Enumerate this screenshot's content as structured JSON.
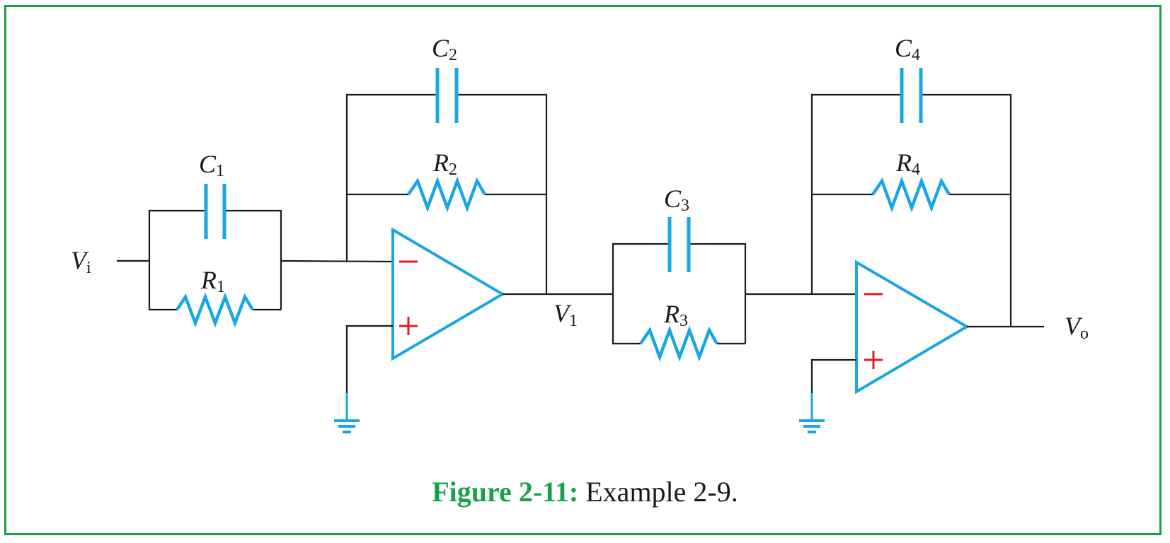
{
  "labels": {
    "vi": {
      "main": "V",
      "sub": "i"
    },
    "v1": {
      "main": "V",
      "sub": "1"
    },
    "vo": {
      "main": "V",
      "sub": "o"
    },
    "c1": {
      "main": "C",
      "sub": "1"
    },
    "r1": {
      "main": "R",
      "sub": "1"
    },
    "c2": {
      "main": "C",
      "sub": "2"
    },
    "r2": {
      "main": "R",
      "sub": "2"
    },
    "c3": {
      "main": "C",
      "sub": "3"
    },
    "r3": {
      "main": "R",
      "sub": "3"
    },
    "c4": {
      "main": "C",
      "sub": "4"
    },
    "r4": {
      "main": "R",
      "sub": "4"
    }
  },
  "caption": {
    "figure": "Figure 2-11:",
    "text": " Example 2-9."
  },
  "colors": {
    "component": "#1aa6e4",
    "wire": "#1a1a1a",
    "sign": "#e01b24",
    "accent": "#1aa04a"
  }
}
